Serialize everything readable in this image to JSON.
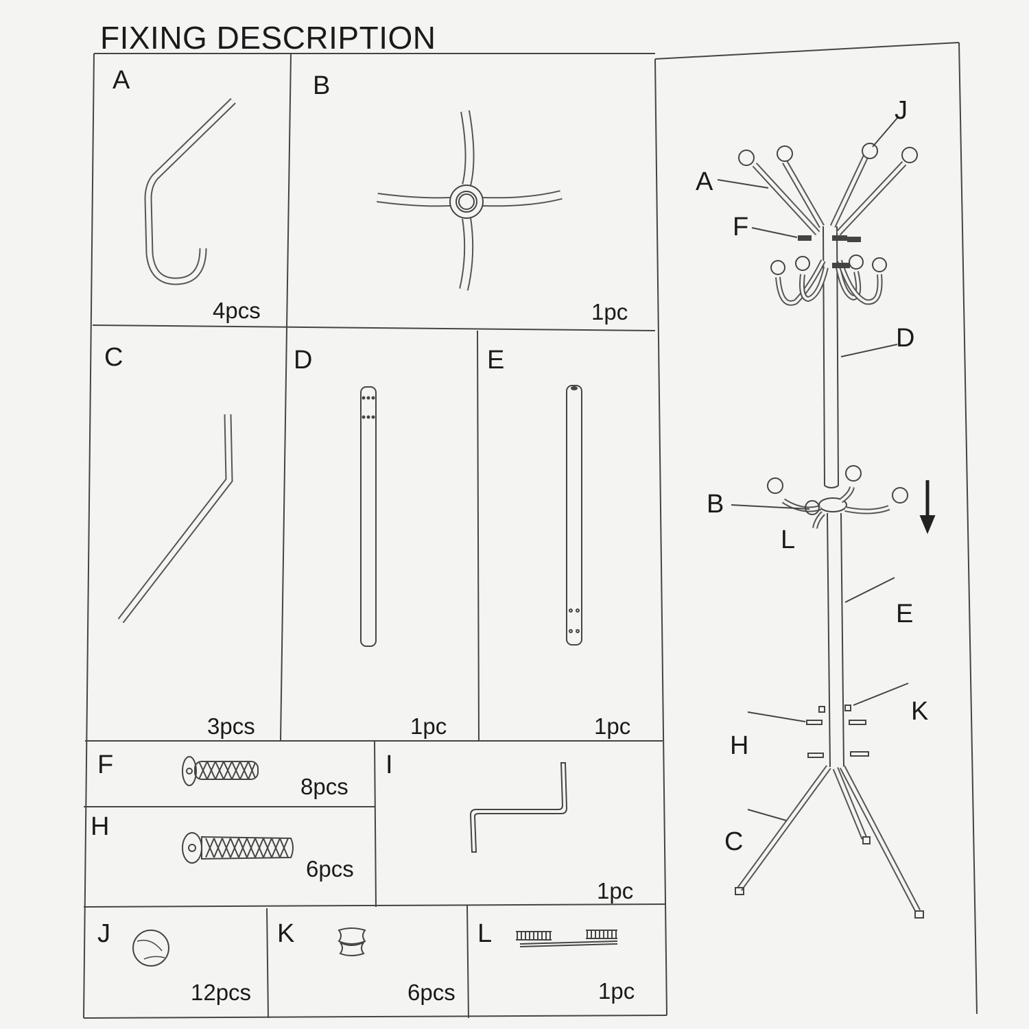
{
  "title": "FIXING DESCRIPTION",
  "parts": {
    "A": {
      "label": "A",
      "qty": "4pcs"
    },
    "B": {
      "label": "B",
      "qty": "1pc"
    },
    "C": {
      "label": "C",
      "qty": "3pcs"
    },
    "D": {
      "label": "D",
      "qty": "1pc"
    },
    "E": {
      "label": "E",
      "qty": "1pc"
    },
    "F": {
      "label": "F",
      "qty": "8pcs"
    },
    "H": {
      "label": "H",
      "qty": "6pcs"
    },
    "I": {
      "label": "I",
      "qty": "1pc"
    },
    "J": {
      "label": "J",
      "qty": "12pcs"
    },
    "K": {
      "label": "K",
      "qty": "6pcs"
    },
    "L": {
      "label": "L",
      "qty": "1pc"
    }
  },
  "assembly_labels": {
    "J": "J",
    "A": "A",
    "F": "F",
    "D": "D",
    "B": "B",
    "L": "L",
    "E": "E",
    "K": "K",
    "H": "H",
    "C": "C"
  }
}
